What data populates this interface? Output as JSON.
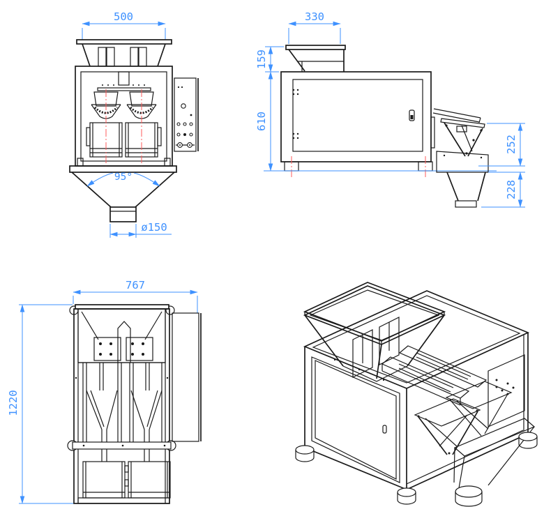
{
  "colors": {
    "line": "#1a1a1a",
    "dimension": "#3e91ff",
    "centerline": "#ff5b5b",
    "background": "#ffffff"
  },
  "views": {
    "front": {
      "name": "front-view",
      "dims": {
        "width": "500",
        "angle": "95°",
        "outlet": "ø150"
      }
    },
    "side": {
      "name": "side-view",
      "dims": {
        "hopper_width": "330",
        "hopper_height": "159",
        "body_height": "610",
        "weigher_height": "252",
        "discharge_height": "228"
      }
    },
    "rear": {
      "name": "rear-view",
      "dims": {
        "width": "767",
        "height": "1220"
      }
    },
    "isometric": {
      "name": "isometric-view"
    }
  }
}
